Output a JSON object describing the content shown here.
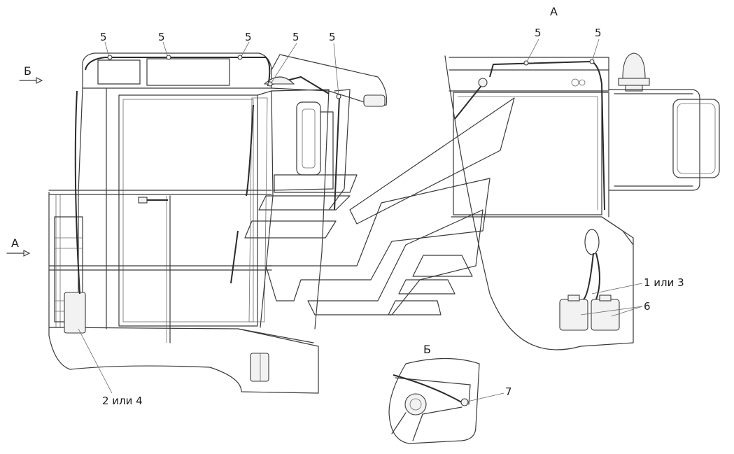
{
  "view_labels": {
    "view_a": "А",
    "view_b": "Б"
  },
  "callouts": {
    "c5": "5",
    "c2or4": "2 или 4",
    "c1or3": "1 или 3",
    "c6": "6",
    "c7": "7"
  },
  "colors": {
    "line": "#3a3a3a",
    "background": "#ffffff"
  }
}
